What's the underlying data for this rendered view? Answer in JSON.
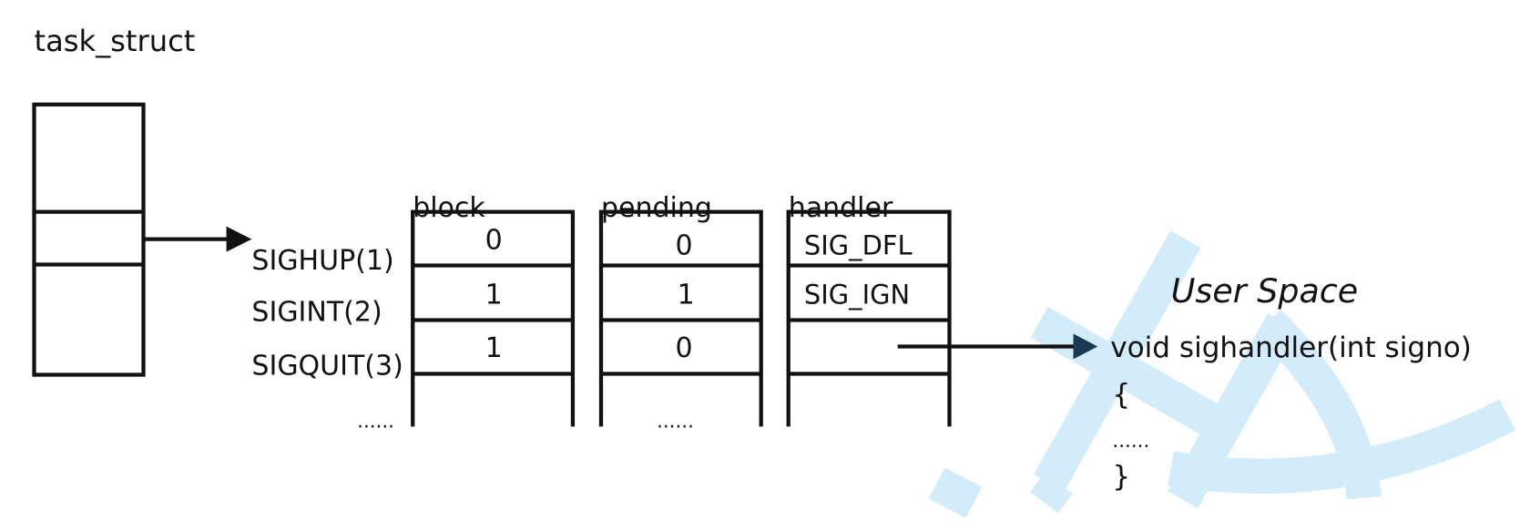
{
  "title": "task_struct",
  "columns": {
    "block": "block",
    "pending": "pending",
    "handler": "handler"
  },
  "signals": [
    "SIGHUP(1)",
    "SIGINT(2)",
    "SIGQUIT(3)"
  ],
  "signals_more": "......",
  "block_values": [
    "0",
    "1",
    "1"
  ],
  "pending_values": [
    "0",
    "1",
    "0"
  ],
  "pending_more": "......",
  "handler_values": [
    "SIG_DFL",
    "SIG_IGN",
    ""
  ],
  "user_space": {
    "title": "User Space",
    "lines": [
      "void sighandler(int signo)",
      "{",
      "......",
      "}"
    ]
  },
  "colors": {
    "watermark": "#d3ecfb",
    "arrow_head": "#1b3a52"
  }
}
